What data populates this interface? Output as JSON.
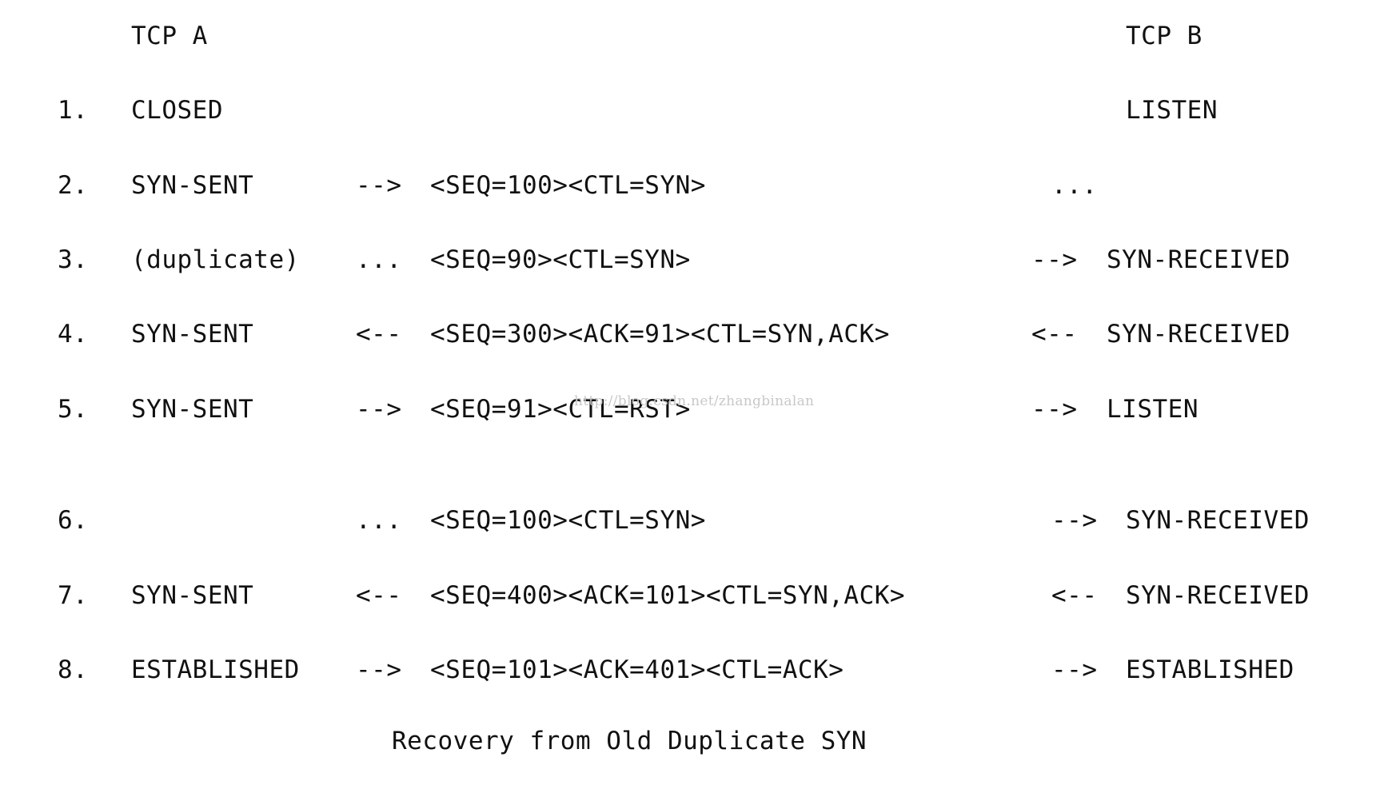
{
  "header": {
    "left": "TCP A",
    "right": "TCP B"
  },
  "rows": [
    {
      "num": "1.",
      "state_a": "CLOSED",
      "arrow_a": "",
      "segment": "",
      "arrow_b": "",
      "state_b": "LISTEN"
    },
    {
      "num": "2.",
      "state_a": "SYN-SENT",
      "arrow_a": "-->",
      "segment": "<SEQ=100><CTL=SYN>",
      "arrow_b": "...",
      "state_b": ""
    },
    {
      "num": "3.",
      "state_a": "(duplicate)",
      "arrow_a": "...",
      "segment": "<SEQ=90><CTL=SYN>",
      "arrow_b": "-->",
      "state_b": "SYN-RECEIVED"
    },
    {
      "num": "4.",
      "state_a": "SYN-SENT",
      "arrow_a": "<--",
      "segment": "<SEQ=300><ACK=91><CTL=SYN,ACK>",
      "arrow_b": "<--",
      "state_b": "SYN-RECEIVED"
    },
    {
      "num": "5.",
      "state_a": "SYN-SENT",
      "arrow_a": "-->",
      "segment": "<SEQ=91><CTL=RST>",
      "arrow_b": "-->",
      "state_b": "LISTEN"
    },
    {
      "num": "6.",
      "state_a": "",
      "arrow_a": "...",
      "segment": "<SEQ=100><CTL=SYN>",
      "arrow_b": "-->",
      "state_b": "SYN-RECEIVED"
    },
    {
      "num": "7.",
      "state_a": "SYN-SENT",
      "arrow_a": "<--",
      "segment": "<SEQ=400><ACK=101><CTL=SYN,ACK>",
      "arrow_b": "<--",
      "state_b": "SYN-RECEIVED"
    },
    {
      "num": "8.",
      "state_a": "ESTABLISHED",
      "arrow_a": "-->",
      "segment": "<SEQ=101><ACK=401><CTL=ACK>",
      "arrow_b": "-->",
      "state_b": "ESTABLISHED"
    }
  ],
  "watermark": "http://blog.csdn.net/zhangbinalan",
  "caption": "Recovery from Old Duplicate SYN"
}
